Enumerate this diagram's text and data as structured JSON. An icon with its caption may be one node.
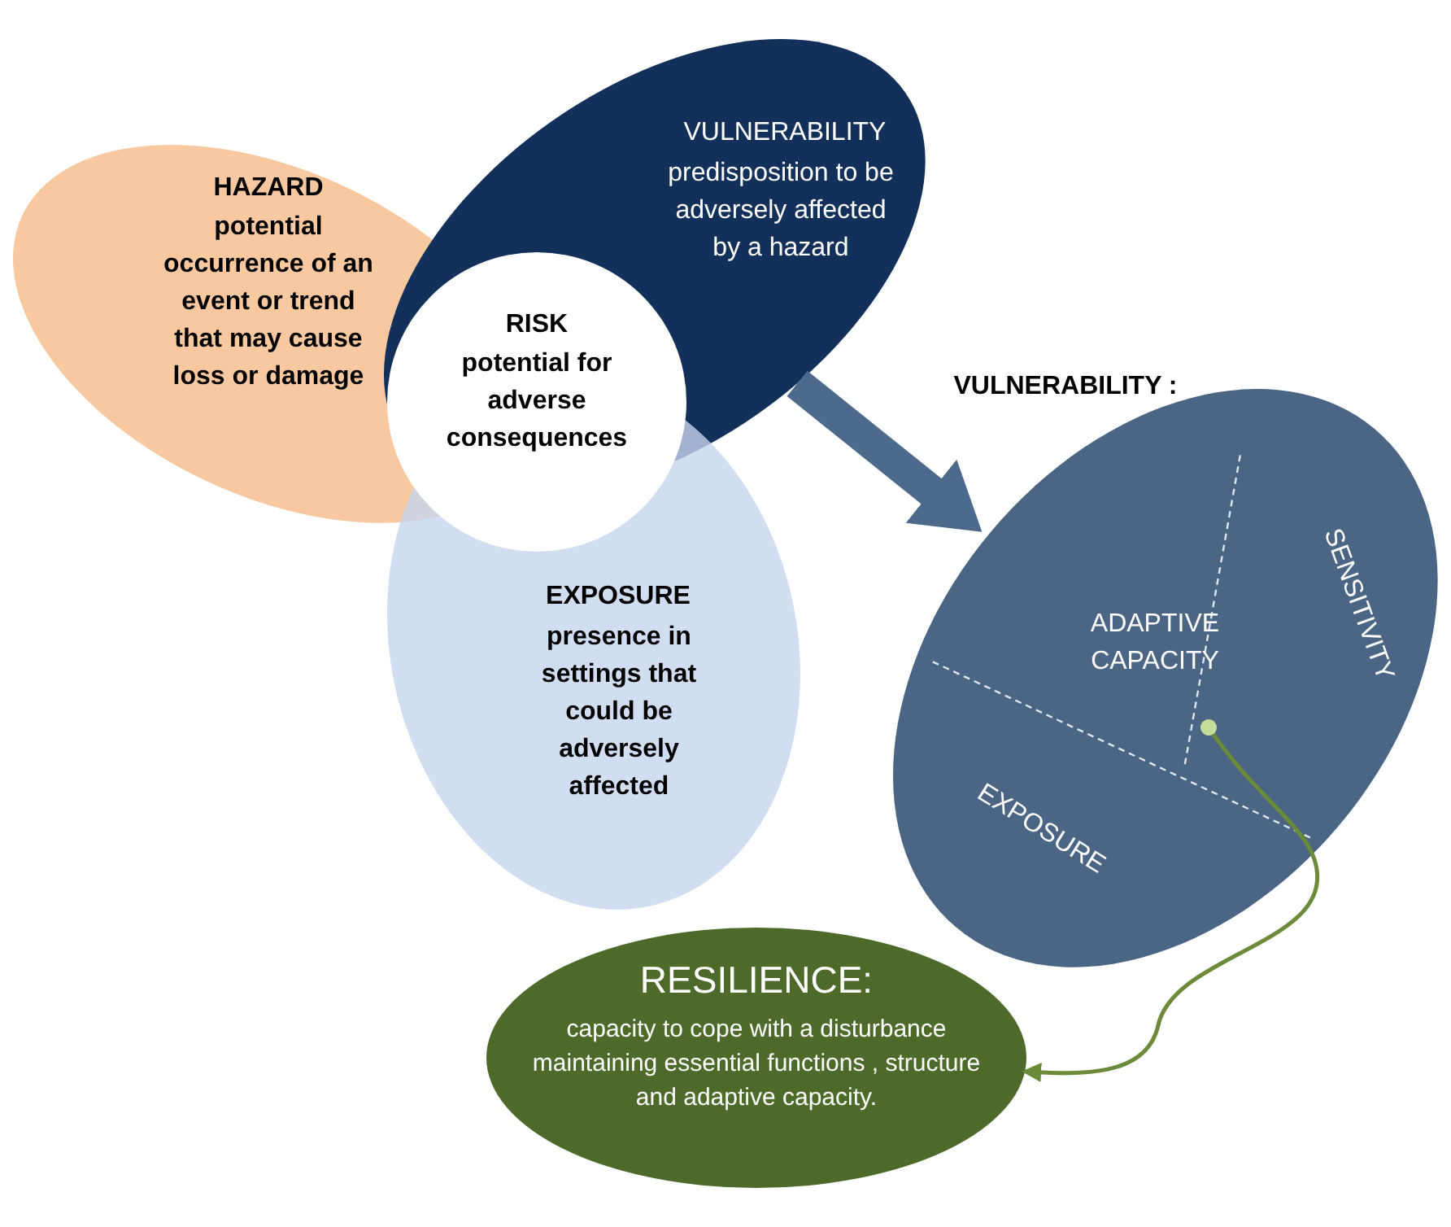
{
  "diagram": {
    "nodes": [
      {
        "text": [
          "HAZARD",
          "potential occurrence of an event or trend that may cause loss or damage"
        ]
      },
      {
        "text": [
          "VULNERABILITY",
          "predisposition to be adversely affected by a hazard"
        ]
      },
      {
        "text": [
          "RISK",
          "potential for adverse consequences"
        ]
      },
      {
        "text": [
          "EXPOSURE",
          "presence in settings that could be adversely affected"
        ]
      },
      {
        "text": [
          "VULNERABILITY :"
        ]
      },
      {
        "text": [
          "ADAPTIVE CAPACITY"
        ],
        "in": 4
      },
      {
        "text": [
          "SENSITIVITY"
        ],
        "in": 4
      },
      {
        "text": [
          "EXPOSURE"
        ],
        "in": 4
      },
      {
        "text": [
          "RESILIENCE:",
          "capacity to cope with a disturbance maintaining essential functions , structure and adaptive capacity."
        ]
      }
    ],
    "edges": [
      {
        "from": 1,
        "to": 4,
        "arrow": "to",
        "style": "thick"
      },
      {
        "from": 5,
        "to": 8,
        "arrow": "to",
        "color": "#6b8a3a"
      }
    ]
  }
}
